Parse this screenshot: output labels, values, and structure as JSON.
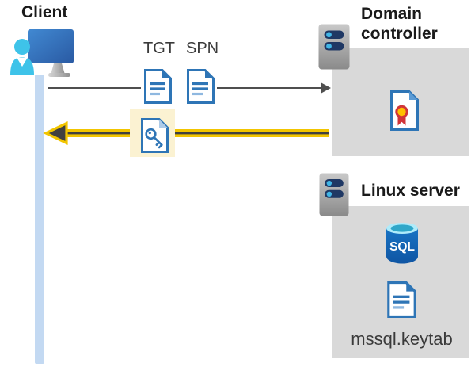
{
  "diagram": {
    "client": {
      "label": "Client"
    },
    "tickets": {
      "tgt_label": "TGT",
      "spn_label": "SPN"
    },
    "domain_controller": {
      "label": "Domain controller"
    },
    "linux_server": {
      "label": "Linux server",
      "sql_text": "SQL",
      "keytab_label": "mssql.keytab"
    },
    "colors": {
      "icon_blue": "#2E75B6",
      "icon_blue_light": "#8FB8E0",
      "fold_blue": "#5B9BD5",
      "highlight_yellow_bg": "#FBF2D2",
      "arrow_yellow": "#F2C500",
      "arrow_dark": "#404040",
      "request_arrow_gray": "#4F4F4F",
      "container_box_gray": "#D9D9D9",
      "timeline_blue": "#C3D9F2",
      "server_bar_navy": "#1F3864",
      "server_dot_blue": "#41B6E6",
      "person_cyan": "#3EC3E9",
      "monitor_blue": "#336FB8",
      "sql_body_blue": "#1466B8",
      "sql_top_cyan": "#AEEBFA",
      "sql_top_teal": "#2FA7C9",
      "seal_red": "#D13438",
      "seal_yellow": "#FFC000"
    }
  }
}
